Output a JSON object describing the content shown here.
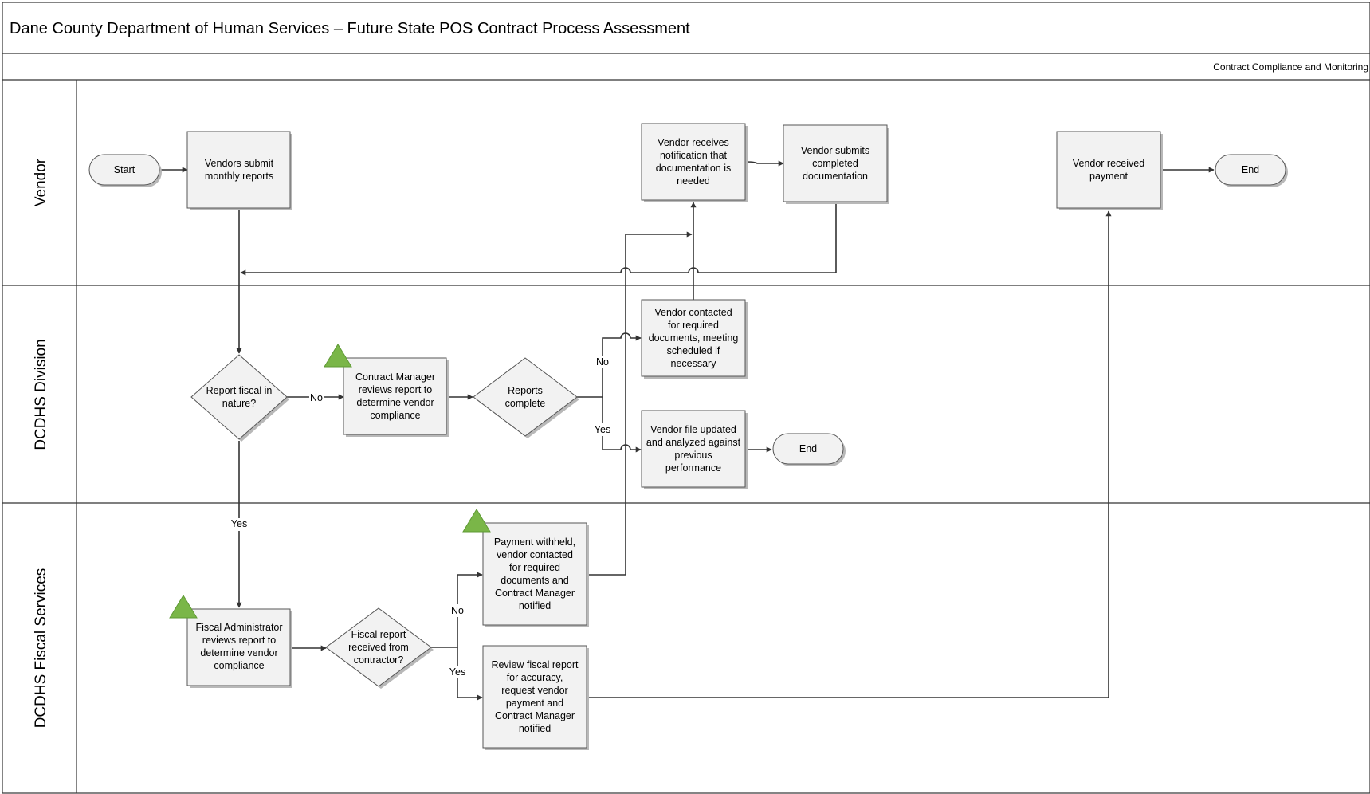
{
  "header": {
    "title": "Dane County Department of Human Services – Future State POS Contract Process Assessment",
    "phase": "Contract Compliance and Monitoring"
  },
  "lanes": [
    {
      "id": "vendor",
      "label": "Vendor"
    },
    {
      "id": "division",
      "label": "DCDHS Division"
    },
    {
      "id": "fiscal",
      "label": "DCDHS Fiscal Services"
    }
  ],
  "nodes": {
    "start": {
      "lines": [
        "Start"
      ]
    },
    "submit_reports": {
      "lines": [
        "Vendors submit",
        "monthly reports"
      ]
    },
    "receives_notification": {
      "lines": [
        "Vendor receives",
        "notification that",
        "documentation is",
        "needed"
      ]
    },
    "submits_docs": {
      "lines": [
        "Vendor submits",
        "completed",
        "documentation"
      ]
    },
    "received_payment": {
      "lines": [
        "Vendor received",
        "payment"
      ]
    },
    "end_vendor": {
      "lines": [
        "End"
      ]
    },
    "report_fiscal": {
      "lines": [
        "Report fiscal in",
        "nature?"
      ]
    },
    "cm_reviews": {
      "lines": [
        "Contract Manager",
        "reviews report to",
        "determine vendor",
        "compliance"
      ]
    },
    "reports_complete": {
      "lines": [
        "Reports",
        "complete"
      ]
    },
    "vendor_contacted": {
      "lines": [
        "Vendor contacted",
        "for required",
        "documents, meeting",
        "scheduled if",
        "necessary"
      ]
    },
    "file_updated": {
      "lines": [
        "Vendor file updated",
        "and analyzed against",
        "previous",
        "performance"
      ]
    },
    "end_division": {
      "lines": [
        "End"
      ]
    },
    "fa_reviews": {
      "lines": [
        "Fiscal Administrator",
        "reviews report to",
        "determine vendor",
        "compliance"
      ]
    },
    "fiscal_received": {
      "lines": [
        "Fiscal report",
        "received from",
        "contractor?"
      ]
    },
    "payment_withheld": {
      "lines": [
        "Payment withheld,",
        "vendor contacted",
        "for required",
        "documents and",
        "Contract Manager",
        "notified"
      ]
    },
    "review_fiscal": {
      "lines": [
        "Review fiscal report",
        "for accuracy,",
        "request vendor",
        "payment and",
        "Contract Manager",
        "notified"
      ]
    }
  },
  "edge_labels": {
    "fiscal_no": "No",
    "fiscal_yes": "Yes",
    "complete_no": "No",
    "complete_yes": "Yes",
    "received_no": "No",
    "received_yes": "Yes"
  },
  "colors": {
    "shape_fill": "#f2f2f2",
    "shape_stroke": "#555555",
    "connector": "#333333",
    "marker_triangle": "#7ab648"
  }
}
